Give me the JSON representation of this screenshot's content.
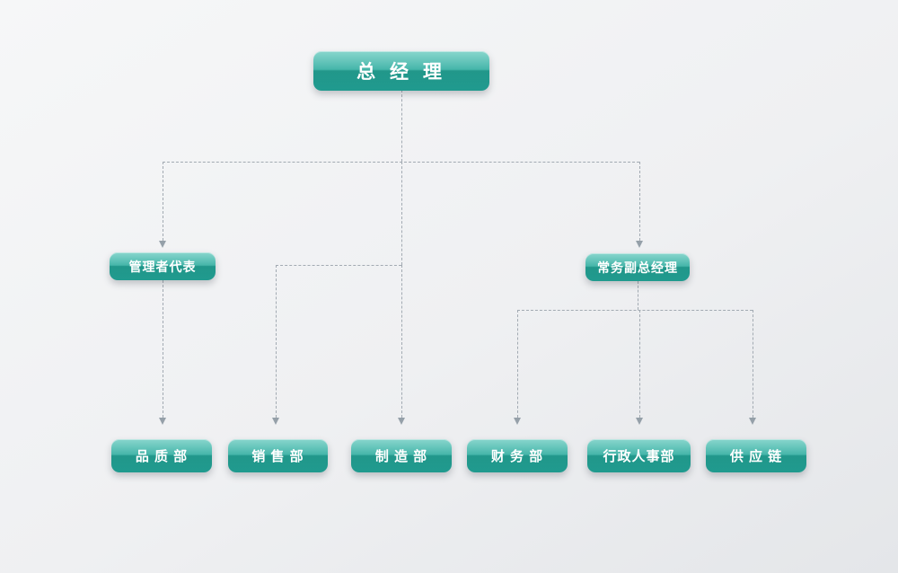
{
  "diagram": {
    "type": "org-chart",
    "accent_color": "#23a698",
    "line_color": "#a2aab2",
    "text_color": "#ffffff",
    "nodes": [
      {
        "id": "gm",
        "label": "总 经 理",
        "level": 1
      },
      {
        "id": "rep",
        "label": "管理者代表",
        "level": 2
      },
      {
        "id": "dgm",
        "label": "常务副总经理",
        "level": 2
      },
      {
        "id": "quality",
        "label": "品 质 部",
        "level": 3
      },
      {
        "id": "sales",
        "label": "销 售 部",
        "level": 3
      },
      {
        "id": "mfg",
        "label": "制 造 部",
        "level": 3
      },
      {
        "id": "finance",
        "label": "财 务 部",
        "level": 3
      },
      {
        "id": "hr",
        "label": "行政人事部",
        "level": 3
      },
      {
        "id": "supply",
        "label": "供 应 链",
        "level": 3
      }
    ],
    "edges": [
      {
        "from": "总经理",
        "to": "管理者代表"
      },
      {
        "from": "总经理",
        "to": "常务副总经理"
      },
      {
        "from": "总经理",
        "to": "销售部"
      },
      {
        "from": "总经理",
        "to": "制造部"
      },
      {
        "from": "管理者代表",
        "to": "品质部"
      },
      {
        "from": "常务副总经理",
        "to": "财务部"
      },
      {
        "from": "常务副总经理",
        "to": "行政人事部"
      },
      {
        "from": "常务副总经理",
        "to": "供应链"
      }
    ]
  }
}
